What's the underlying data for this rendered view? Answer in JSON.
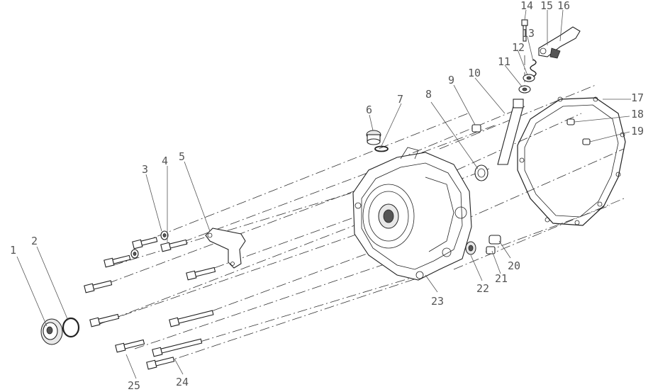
{
  "diagram": {
    "part_labels": [
      "1",
      "2",
      "3",
      "4",
      "5",
      "6",
      "7",
      "8",
      "9",
      "10",
      "11",
      "12",
      "13",
      "14",
      "15",
      "16",
      "17",
      "18",
      "19",
      "20",
      "21",
      "22",
      "23",
      "24",
      "25"
    ]
  }
}
